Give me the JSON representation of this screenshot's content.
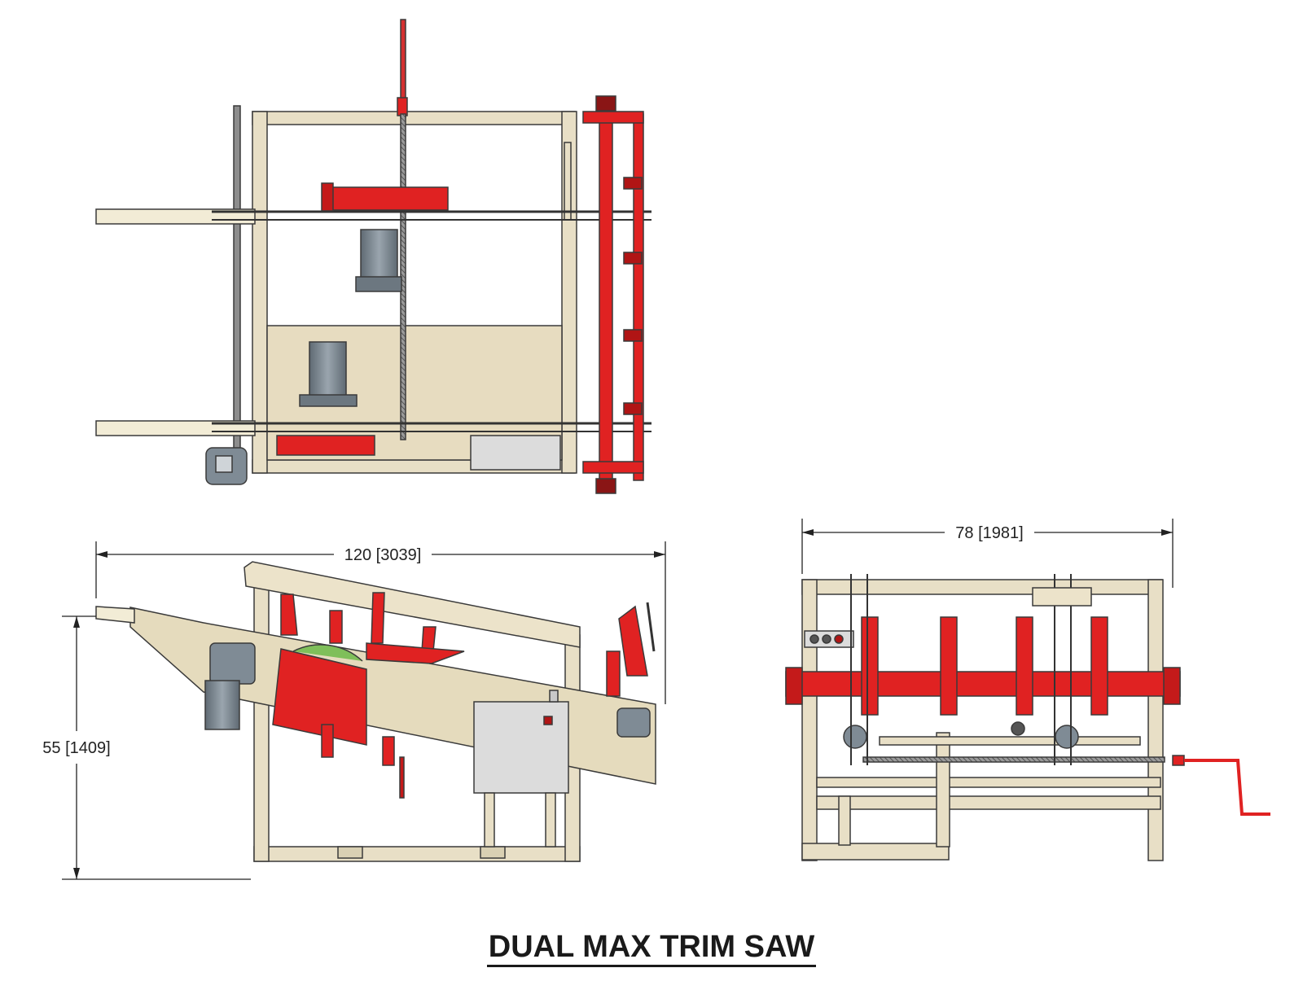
{
  "title": "DUAL MAX TRIM SAW",
  "dimensions": {
    "overall_length": "120 [3039]",
    "overall_width": "78 [1981]",
    "overall_height": "55 [1409]"
  },
  "colors": {
    "frame": "#e8dfc6",
    "frame_stroke": "#3a3a3a",
    "red_parts": "#e02222",
    "motor_gray": "#7f8b95",
    "panel_gray": "#dcdcdc"
  }
}
